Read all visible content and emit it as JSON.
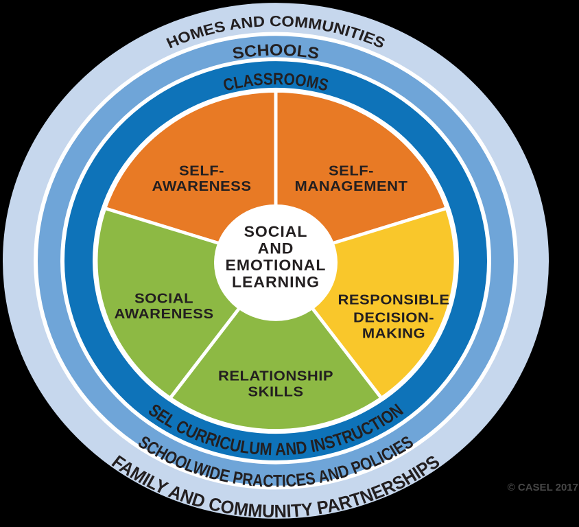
{
  "background_color": "#000000",
  "wheel": {
    "text_color": "#231F20",
    "divider_color": "#FFFFFF",
    "center": {
      "bg_color": "#FFFFFF",
      "lines": [
        "SOCIAL",
        "AND",
        "EMOTIONAL",
        "LEARNING"
      ]
    },
    "segments": [
      {
        "name": "self-awareness",
        "color": "#E87A25",
        "lines": [
          "SELF-",
          "AWARENESS"
        ]
      },
      {
        "name": "self-management",
        "color": "#E87A25",
        "lines": [
          "SELF-",
          "MANAGEMENT"
        ]
      },
      {
        "name": "responsible-decision-making",
        "color": "#F9C72B",
        "lines": [
          "RESPONSIBLE",
          "DECISION-",
          "MAKING"
        ]
      },
      {
        "name": "relationship-skills",
        "color": "#8DB944",
        "lines": [
          "RELATIONSHIP",
          "SKILLS"
        ]
      },
      {
        "name": "social-awareness",
        "color": "#8DB944",
        "lines": [
          "SOCIAL",
          "AWARENESS"
        ]
      }
    ],
    "rings": [
      {
        "name": "classrooms",
        "color": "#0E73B9",
        "top_label": "CLASSROOMS",
        "bottom_label": "SEL CURRICULUM AND INSTRUCTION"
      },
      {
        "name": "schools",
        "color": "#6FA5D8",
        "top_label": "SCHOOLS",
        "bottom_label": "SCHOOLWIDE PRACTICES AND POLICIES"
      },
      {
        "name": "homes-and-communities",
        "color": "#C6D7ED",
        "top_label": "HOMES AND COMMUNITIES",
        "bottom_label": "FAMILY AND COMMUNITY PARTNERSHIPS"
      }
    ]
  },
  "footer": {
    "copyright": "© CASEL 2017",
    "color": "#474747"
  }
}
